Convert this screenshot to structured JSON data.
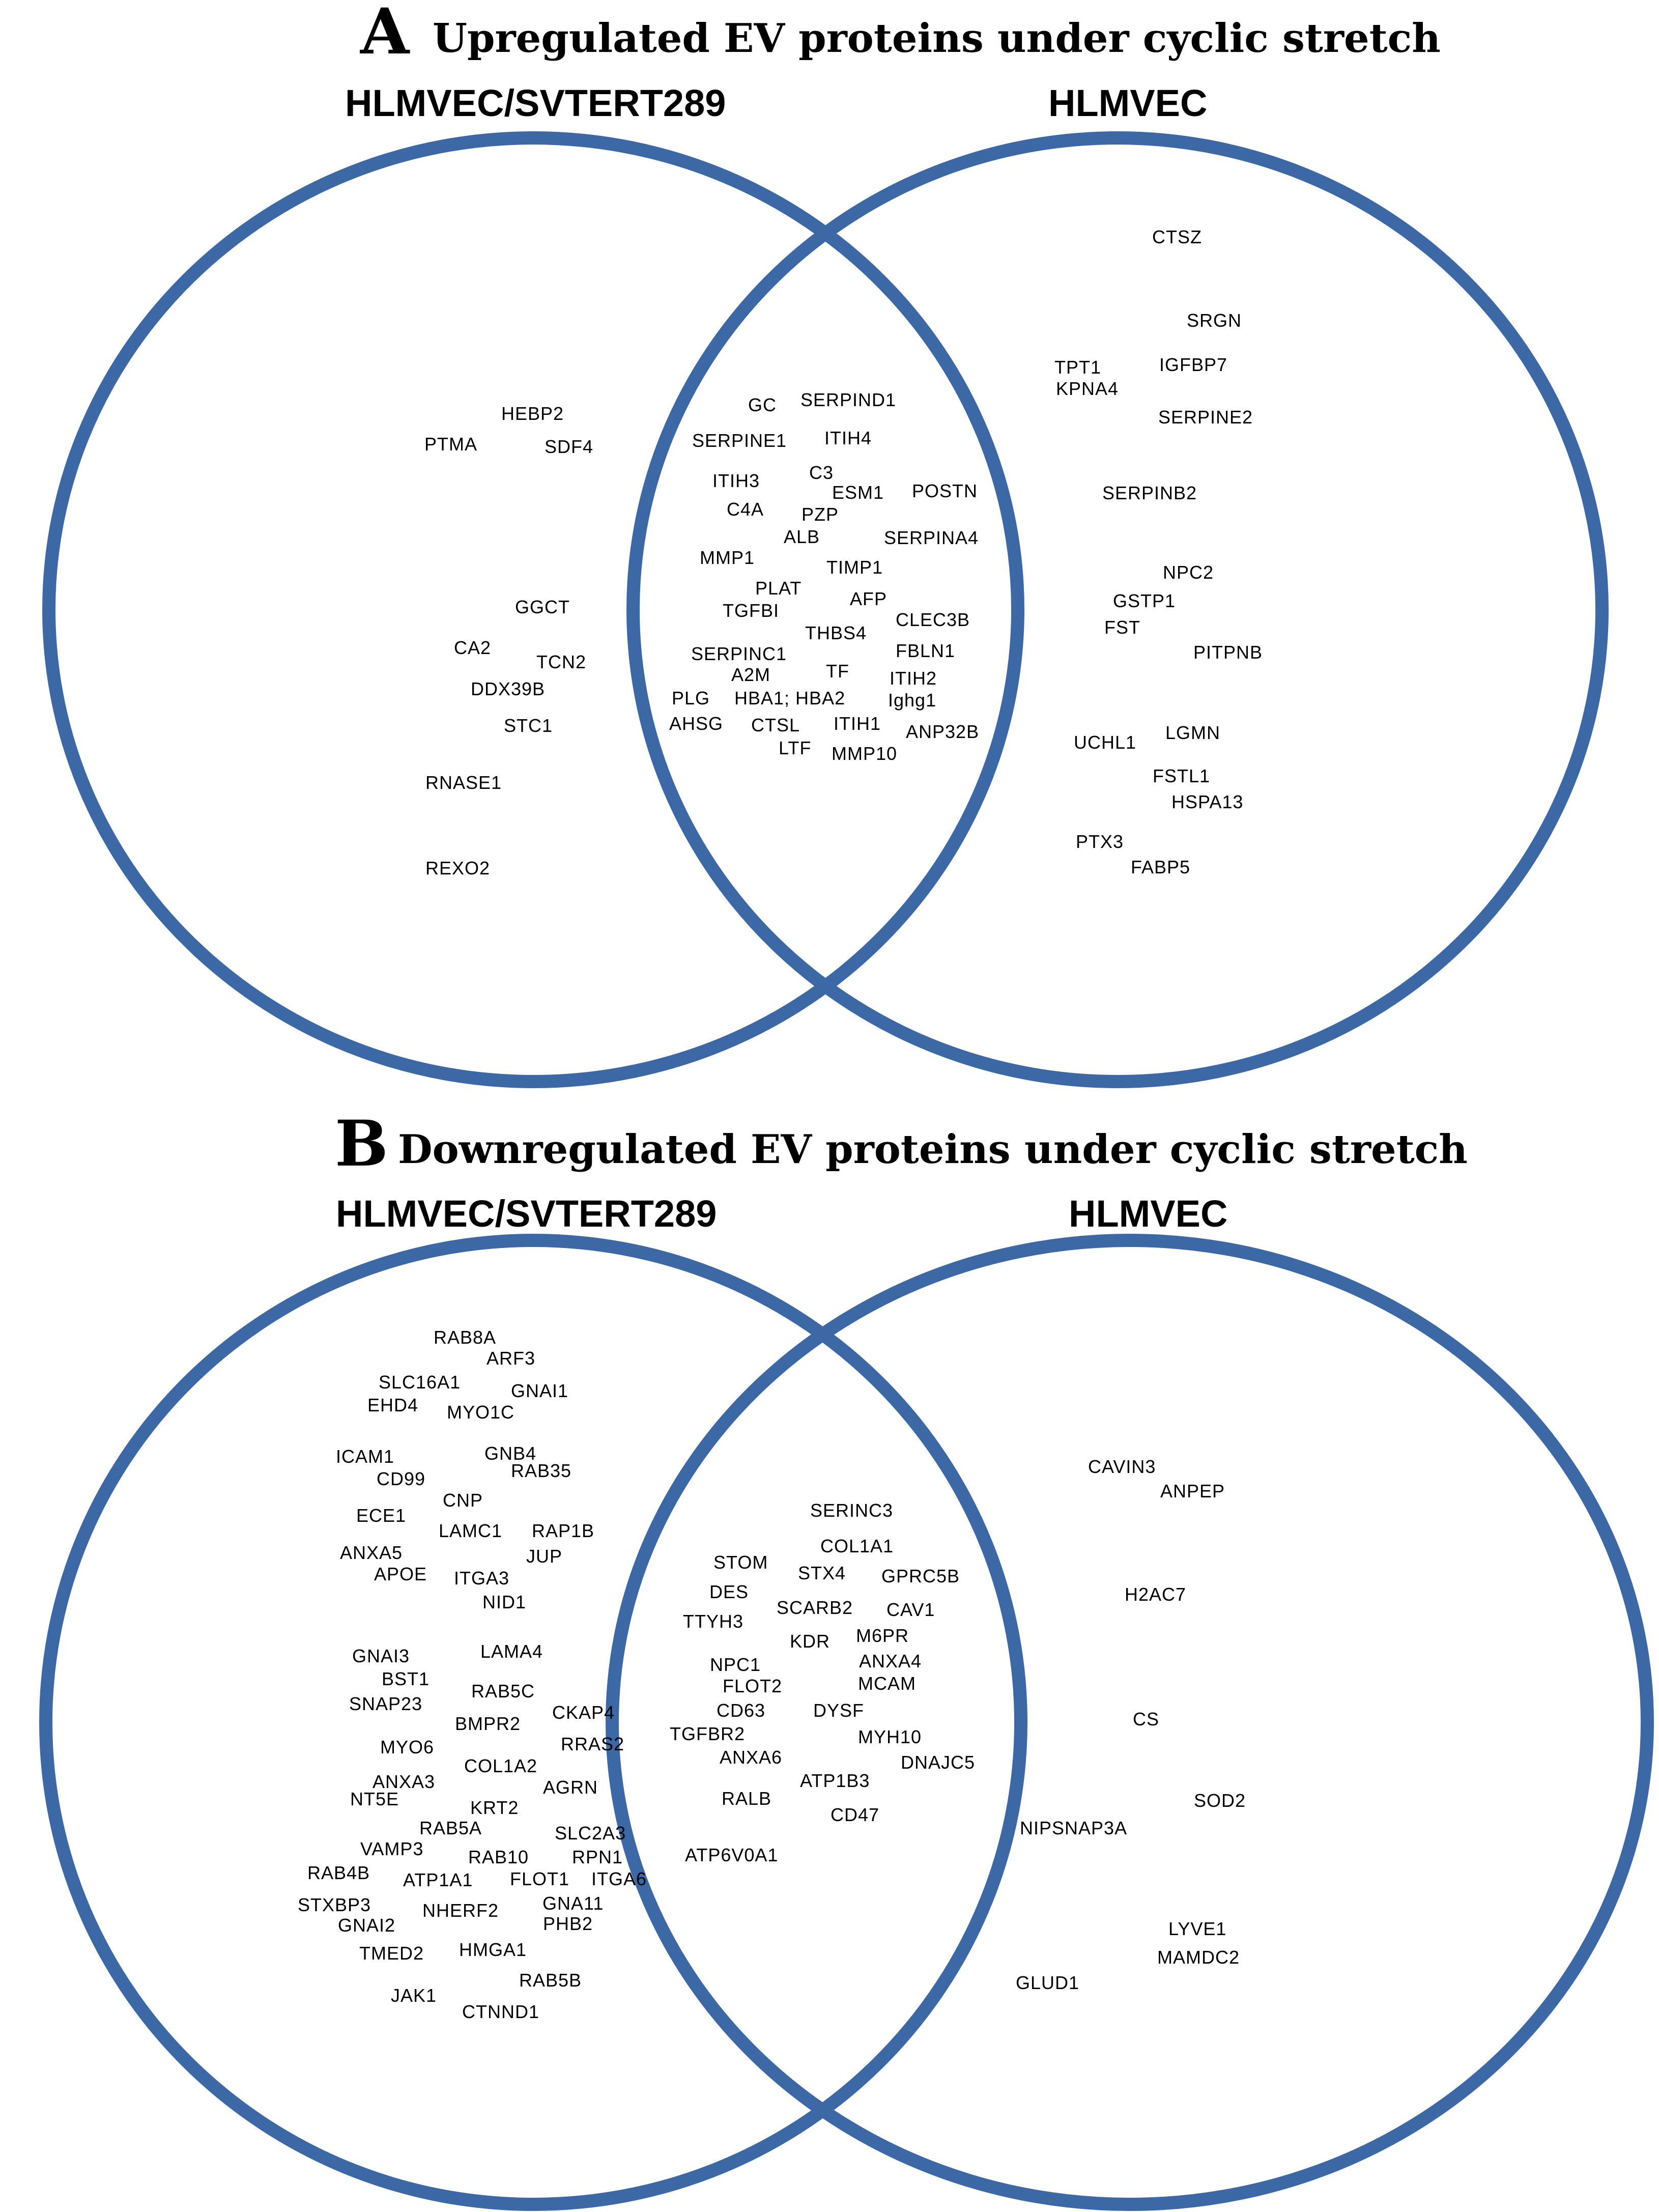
{
  "panels": [
    {
      "letter": "A",
      "title": "Upregulated EV proteins under cyclic stretch",
      "left_set": "HLMVEC/SVTERT289",
      "right_set": "HLMVEC",
      "left_only": [
        "HEBP2",
        "PTMA",
        "SDF4",
        "GGCT",
        "CA2",
        "TCN2",
        "DDX39B",
        "STC1",
        "RNASE1",
        "REXO2"
      ],
      "shared": [
        "GC",
        "SERPIND1",
        "SERPINE1",
        "ITIH4",
        "ITIH3",
        "C3",
        "ESM1",
        "POSTN",
        "C4A",
        "PZP",
        "ALB",
        "SERPINA4",
        "MMP1",
        "TIMP1",
        "PLAT",
        "AFP",
        "TGFBI",
        "CLEC3B",
        "THBS4",
        "SERPINC1",
        "FBLN1",
        "A2M",
        "TF",
        "ITIH2",
        "PLG",
        "HBA1; HBA2",
        "Ighg1",
        "AHSG",
        "CTSL",
        "ITIH1",
        "ANP32B",
        "LTF",
        "MMP10"
      ],
      "right_only": [
        "CTSZ",
        "SRGN",
        "TPT1",
        "IGFBP7",
        "KPNA4",
        "SERPINE2",
        "SERPINB2",
        "NPC2",
        "GSTP1",
        "FST",
        "PITPNB",
        "UCHL1",
        "LGMN",
        "FSTL1",
        "HSPA13",
        "PTX3",
        "FABP5"
      ]
    },
    {
      "letter": "B",
      "title": "Downregulated EV proteins under cyclic stretch",
      "left_set": "HLMVEC/SVTERT289",
      "right_set": "HLMVEC",
      "left_only": [
        "RAB8A",
        "ARF3",
        "SLC16A1",
        "GNAI1",
        "EHD4",
        "MYO1C",
        "ICAM1",
        "GNB4",
        "CD99",
        "RAB35",
        "CNP",
        "ECE1",
        "LAMC1",
        "RAP1B",
        "ANXA5",
        "JUP",
        "APOE",
        "ITGA3",
        "NID1",
        "GNAI3",
        "LAMA4",
        "BST1",
        "RAB5C",
        "SNAP23",
        "CKAP4",
        "BMPR2",
        "MYO6",
        "RRAS2",
        "COL1A2",
        "ANXA3",
        "AGRN",
        "NT5E",
        "KRT2",
        "RAB5A",
        "SLC2A3",
        "VAMP3",
        "RAB10",
        "RPN1",
        "RAB4B",
        "ATP1A1",
        "FLOT1",
        "ITGA6",
        "STXBP3",
        "GNA11",
        "NHERF2",
        "GNAI2",
        "PHB2",
        "TMED2",
        "HMGA1",
        "RAB5B",
        "JAK1",
        "CTNND1"
      ],
      "shared": [
        "SERINC3",
        "COL1A1",
        "STOM",
        "STX4",
        "GPRC5B",
        "DES",
        "SCARB2",
        "CAV1",
        "TTYH3",
        "KDR",
        "M6PR",
        "NPC1",
        "ANXA4",
        "FLOT2",
        "MCAM",
        "CD63",
        "DYSF",
        "TGFBR2",
        "MYH10",
        "ANXA6",
        "DNAJC5",
        "ATP1B3",
        "RALB",
        "CD47",
        "ATP6V0A1"
      ],
      "right_only": [
        "CAVIN3",
        "ANPEP",
        "H2AC7",
        "CS",
        "SOD2",
        "NIPSNAP3A",
        "LYVE1",
        "MAMDC2",
        "GLUD1"
      ]
    }
  ],
  "colors": {
    "circle": "#3d68a6",
    "text": "#000000"
  }
}
